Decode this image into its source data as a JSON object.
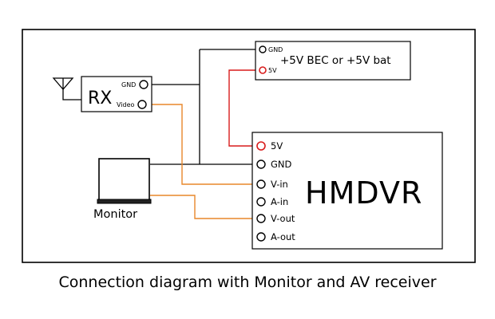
{
  "diagram": {
    "bec": {
      "pin_gnd": "GND",
      "pin_5v": "5V",
      "label": "+5V BEC or +5V bat"
    },
    "rx": {
      "label": "RX",
      "pin_gnd": "GND",
      "pin_video": "Video"
    },
    "monitor": {
      "label": "Monitor"
    },
    "hmdvr": {
      "label": "HMDVR",
      "pins": [
        "5V",
        "GND",
        "V-in",
        "A-in",
        "V-out",
        "A-out"
      ]
    },
    "wire_colors": {
      "ground": "#000000",
      "video": "#e8872a",
      "power": "#d81c1c"
    }
  },
  "caption": "Connection diagram with Monitor and AV receiver"
}
